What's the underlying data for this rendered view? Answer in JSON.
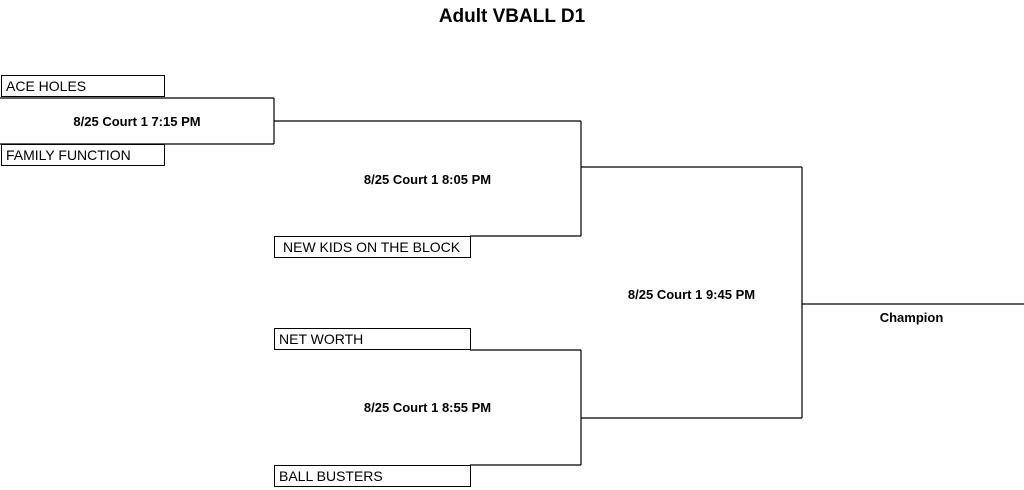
{
  "title": "Adult VBALL D1",
  "teams": {
    "t1": "ACE HOLES",
    "t2": "FAMILY FUNCTION",
    "t3": "NEW KIDS ON THE BLOCK",
    "t4": "NET WORTH",
    "t5": "BALL BUSTERS"
  },
  "matches": {
    "m1": "8/25 Court 1 7:15 PM",
    "m2": "8/25 Court 1 8:05 PM",
    "m3": "8/25 Court 1 8:55 PM",
    "m4": "8/25 Court 1 9:45 PM"
  },
  "champion_label": "Champion"
}
